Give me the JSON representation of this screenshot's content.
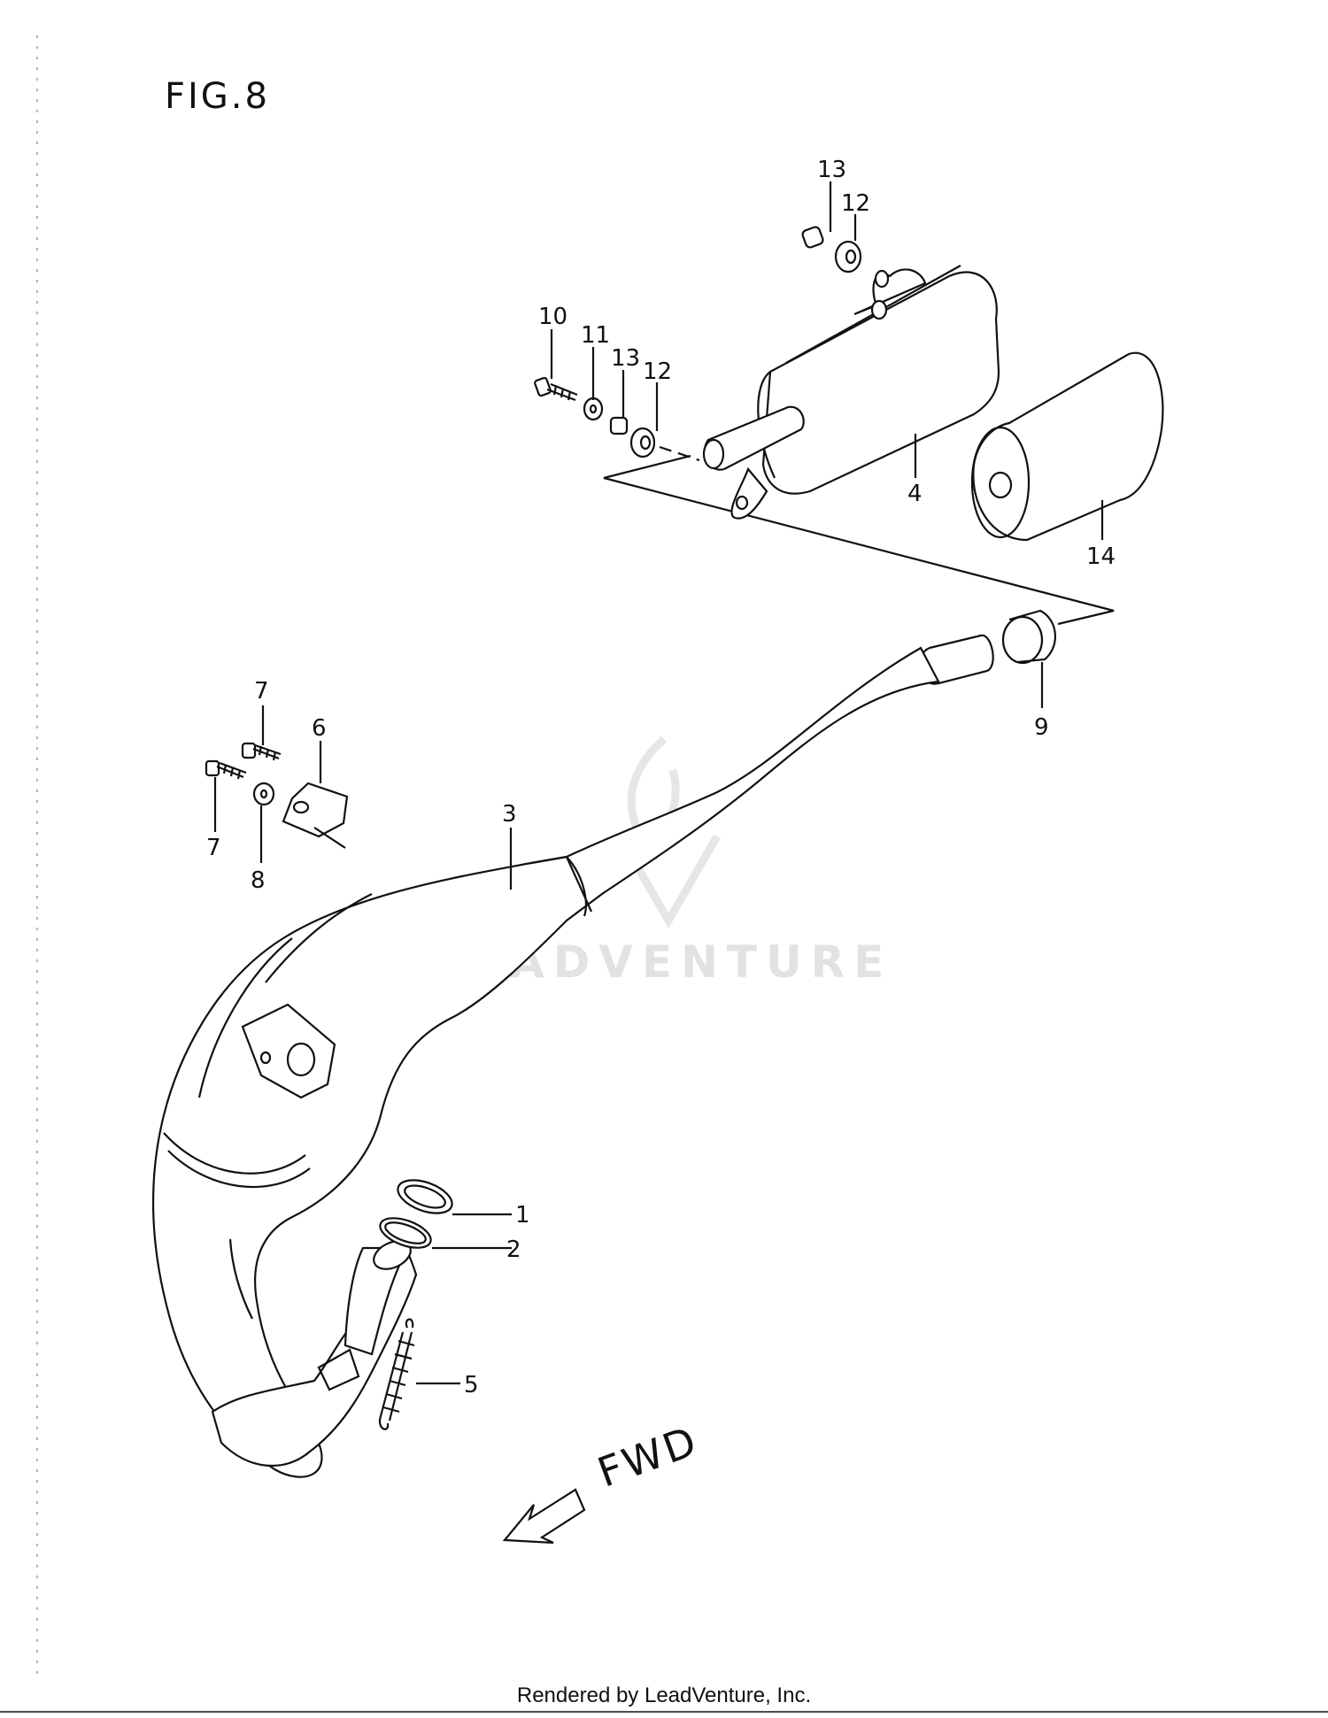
{
  "figure": {
    "title": "FIG.8",
    "watermark": "LEADVENTURE",
    "direction_label": "FWD",
    "footer": "Rendered by LeadVenture, Inc."
  },
  "callouts": {
    "c1": "1",
    "c2": "2",
    "c3": "3",
    "c4": "4",
    "c5": "5",
    "c6": "6",
    "c7a": "7",
    "c7b": "7",
    "c8": "8",
    "c9": "9",
    "c10": "10",
    "c11": "11",
    "c12a": "12",
    "c12b": "12",
    "c13a": "13",
    "c13b": "13",
    "c14": "14"
  },
  "colors": {
    "line": "#111111",
    "watermark": "#e2e2e2",
    "background": "#ffffff"
  }
}
